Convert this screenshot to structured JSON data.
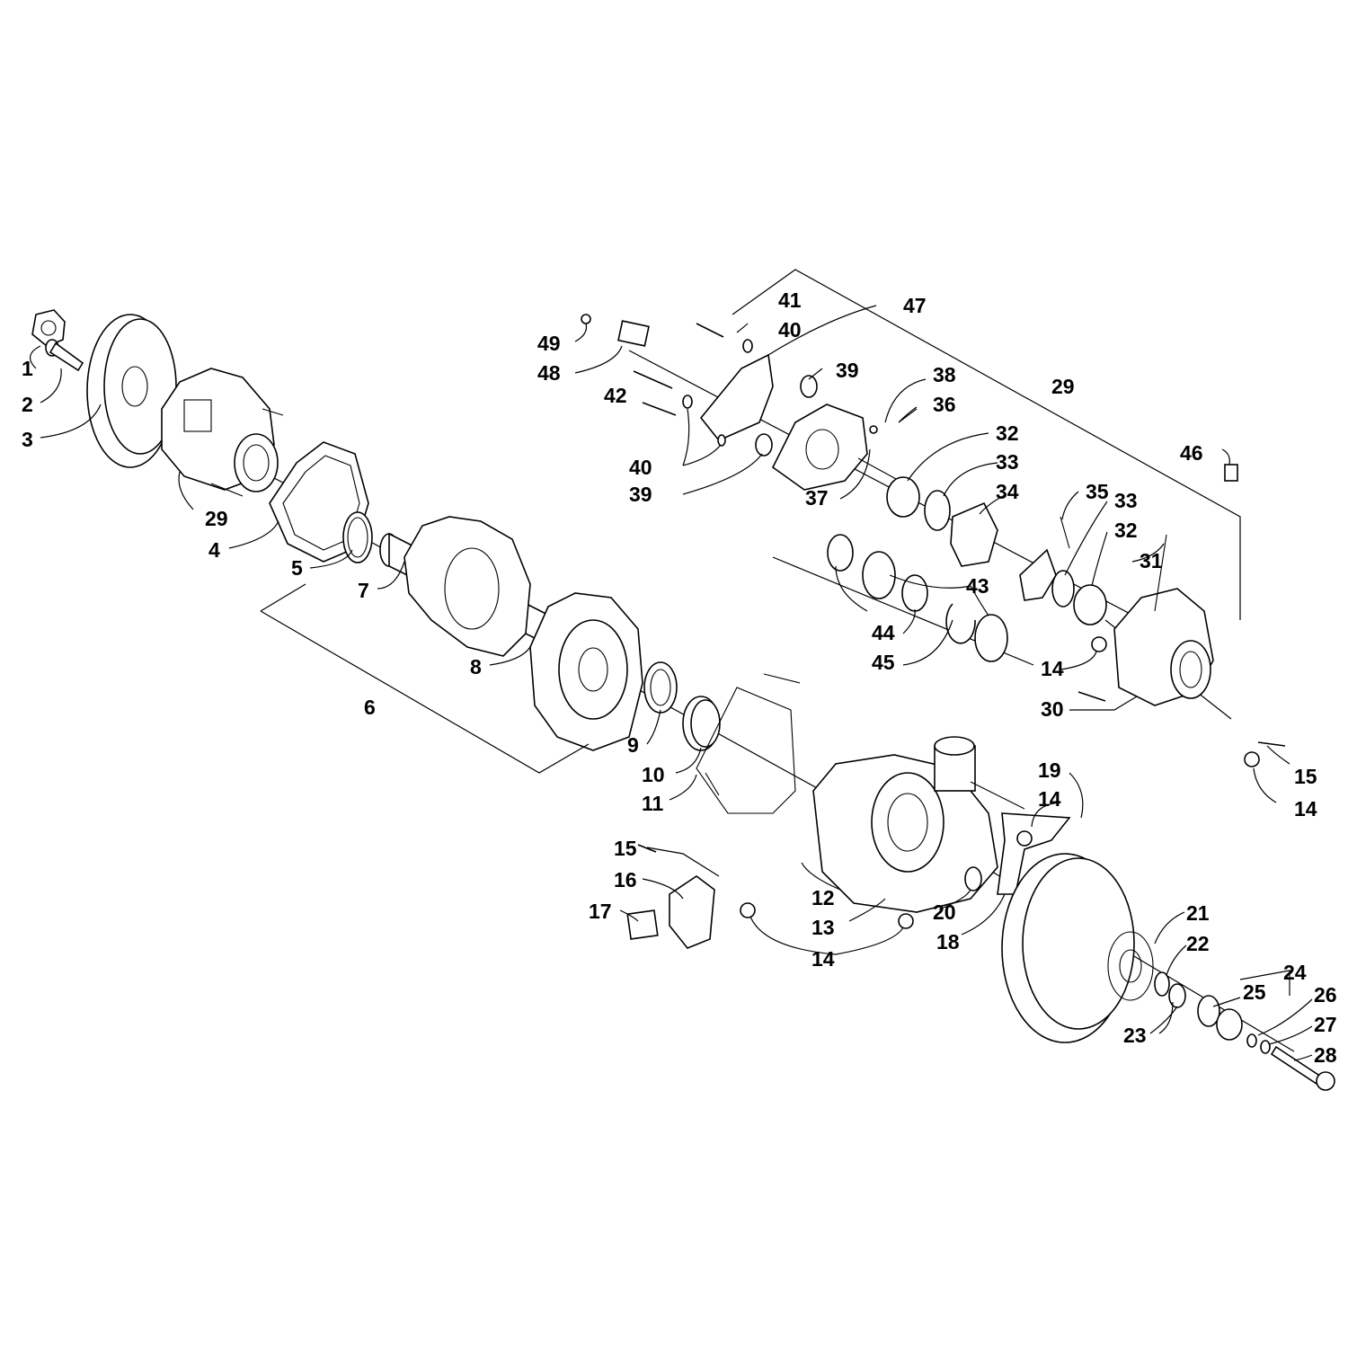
{
  "diagram": {
    "kind": "exploded-parts-view",
    "line_color": "#000000",
    "background": "#ffffff",
    "callouts": [
      "1",
      "2",
      "3",
      "29",
      "4",
      "5",
      "7",
      "6",
      "8",
      "9",
      "10",
      "11",
      "49",
      "48",
      "41",
      "40",
      "47",
      "42",
      "40",
      "39",
      "39",
      "38",
      "36",
      "29",
      "37",
      "32",
      "33",
      "34",
      "35",
      "46",
      "33",
      "32",
      "31",
      "43",
      "44",
      "45",
      "14",
      "30",
      "15",
      "14",
      "19",
      "14",
      "15",
      "16",
      "17",
      "12",
      "13",
      "14",
      "20",
      "18",
      "21",
      "22",
      "24",
      "25",
      "26",
      "27",
      "23",
      "28"
    ]
  }
}
